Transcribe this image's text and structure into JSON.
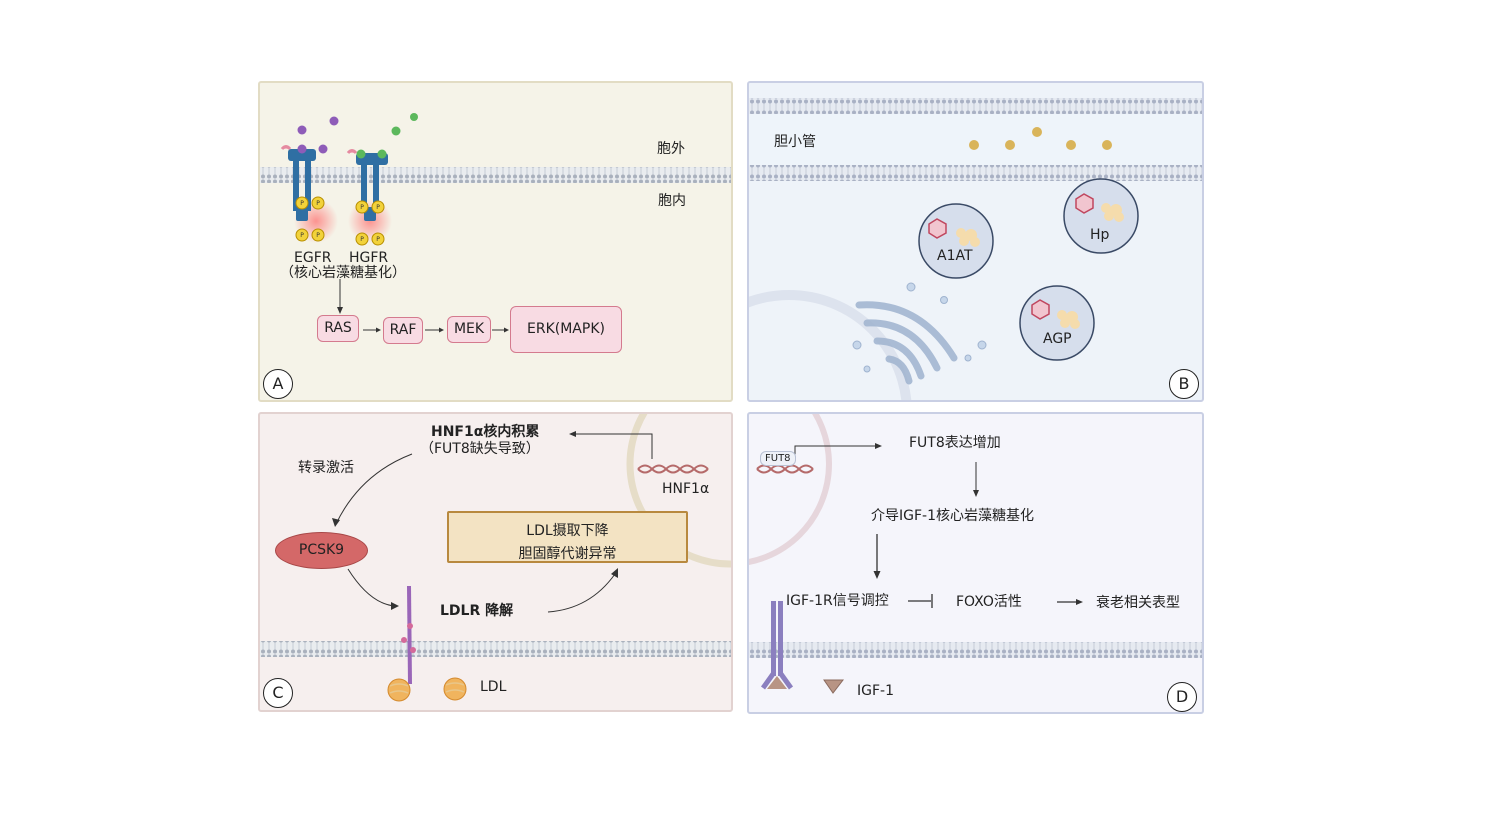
{
  "panel_a": {
    "tag": "A",
    "extracellular": "胞外",
    "intracellular": "胞内",
    "receptor_1": "EGFR",
    "receptor_2": "HGFR",
    "receptor_note": "（核心岩藻糖基化）",
    "phospho": "P",
    "cascade": [
      "RAS",
      "RAF",
      "MEK",
      "ERK(MAPK)"
    ]
  },
  "panel_b": {
    "tag": "B",
    "canaliculus": "胆小管",
    "proteins": [
      "A1AT",
      "Hp",
      "AGP"
    ]
  },
  "panel_c": {
    "tag": "C",
    "hnf_accum": "HNF1α核内积累",
    "hnf_cause": "（FUT8缺失导致）",
    "hnf_gene": "HNF1α",
    "transcription": "转录激活",
    "pcsk9": "PCSK9",
    "ldlr": "LDLR 降解",
    "outcome_1": "LDL摄取下降",
    "outcome_2": "胆固醇代谢异常",
    "ldl": "LDL"
  },
  "panel_d": {
    "tag": "D",
    "gene": "FUT8",
    "increase": "FUT8表达增加",
    "mediate": "介导IGF-1核心岩藻糖基化",
    "signal": "IGF-1R信号调控",
    "foxo": "FOXO活性",
    "phenotype": "衰老相关表型",
    "ligand": "IGF-1"
  },
  "colors": {
    "purple": "#8e5cb8",
    "green": "#5cb85c",
    "gold": "#d9b45a",
    "receptor_blue": "#2f6fa3",
    "pink_box": "#f8dbe3",
    "pcsk9_red": "#d46868",
    "outcome_box": "#f3e3c3"
  }
}
